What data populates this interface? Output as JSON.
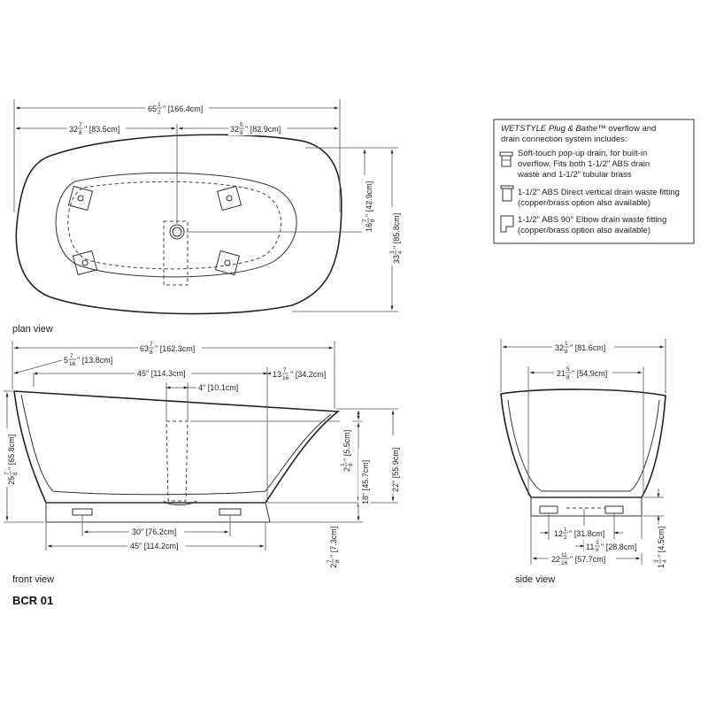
{
  "title": "BCR 01",
  "views": {
    "plan": "plan view",
    "front": "front view",
    "side": "side view"
  },
  "plan": {
    "overall_length": {
      "whole": "65",
      "num": "1",
      "den": "2",
      "rest": "\" [166.4cm]"
    },
    "half_left": {
      "whole": "32",
      "num": "7",
      "den": "8",
      "rest": "\" [83.5cm]"
    },
    "half_right": {
      "whole": "32",
      "num": "5",
      "den": "8",
      "rest": "\" [82.9cm]"
    },
    "drain_offset": {
      "whole": "16",
      "num": "7",
      "den": "8",
      "rest": "\" [42.9cm]"
    },
    "overall_width": {
      "whole": "33",
      "num": "3",
      "den": "4",
      "rest": "\" [85.8cm]"
    }
  },
  "front": {
    "rim_length": {
      "whole": "63",
      "num": "7",
      "den": "8",
      "rest": "\" [162.3cm]"
    },
    "left_overhang": {
      "whole": "5",
      "num": "7",
      "den": "16",
      "rest": "\" [13.8cm]"
    },
    "drain_from_left": {
      "text": "45\" [114.3cm]"
    },
    "right_overhang": {
      "whole": "13",
      "num": "7",
      "den": "16",
      "rest": "\" [34.2cm]"
    },
    "drain_width": {
      "text": "4\" [10.1cm]"
    },
    "left_height": {
      "whole": "25",
      "num": "7",
      "den": "8",
      "rest": "\" [65.8cm]"
    },
    "overflow_drop": {
      "whole": "2",
      "num": "1",
      "den": "8",
      "rest": "\" [5.5cm]"
    },
    "inner_depth": {
      "text": "18\" [45.7cm]"
    },
    "right_height": {
      "text": "22\" [55.9cm]"
    },
    "feet_spacing": {
      "text": "30\" [76.2cm]"
    },
    "base_length": {
      "text": "45\" [114.2cm]"
    },
    "base_height": {
      "whole": "2",
      "num": "7",
      "den": "8",
      "rest": "\" [7.3cm]"
    }
  },
  "side": {
    "top_width": {
      "whole": "32",
      "num": "1",
      "den": "8",
      "rest": "\" [81.6cm]"
    },
    "inner_width": {
      "whole": "21",
      "num": "5",
      "den": "8",
      "rest": "\" [54.9cm]"
    },
    "feet_spacing": {
      "whole": "12",
      "num": "1",
      "den": "2",
      "rest": "\" [31.8cm]"
    },
    "foot_offset": {
      "whole": "11",
      "num": "3",
      "den": "8",
      "rest": "\" [28.8cm]"
    },
    "base_width": {
      "whole": "22",
      "num": "11",
      "den": "16",
      "rest": "\" [57.7cm]"
    },
    "base_height": {
      "whole": "1",
      "num": "3",
      "den": "4",
      "rest": "\" [4.5cm]"
    }
  },
  "legend": {
    "header_brand": "WETSTYLE Plug & Bathe",
    "header_tm": "™",
    "header_rest": " overflow and",
    "header_line2": "drain connection system includes:",
    "item1": [
      "Soft-touch pop-up drain, for built-in",
      "overflow. Fits both 1-1/2\" ABS drain",
      "waste and 1-1/2\" tubular brass"
    ],
    "item2": [
      "1-1/2\" ABS Direct vertical drain waste fitting",
      "(copper/brass option also available)"
    ],
    "item3": [
      "1-1/2\" ABS 90° Elbow drain waste fitting",
      "(copper/brass option also available)"
    ]
  }
}
